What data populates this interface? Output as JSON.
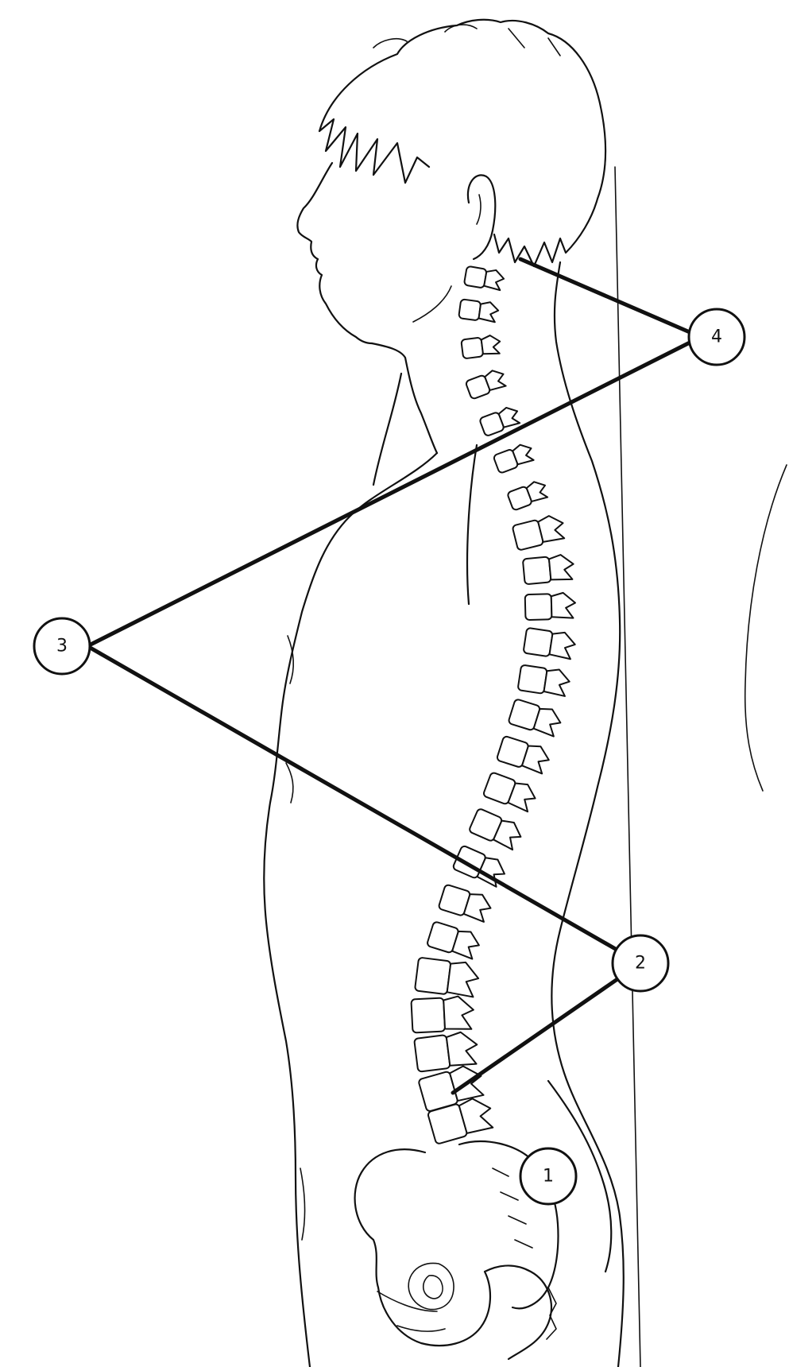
{
  "diagram": {
    "callouts": [
      {
        "id": "1",
        "label": "1"
      },
      {
        "id": "2",
        "label": "2"
      },
      {
        "id": "3",
        "label": "3"
      },
      {
        "id": "4",
        "label": "4"
      }
    ],
    "colors": {
      "ink": "#111111",
      "background": "#ffffff"
    }
  }
}
